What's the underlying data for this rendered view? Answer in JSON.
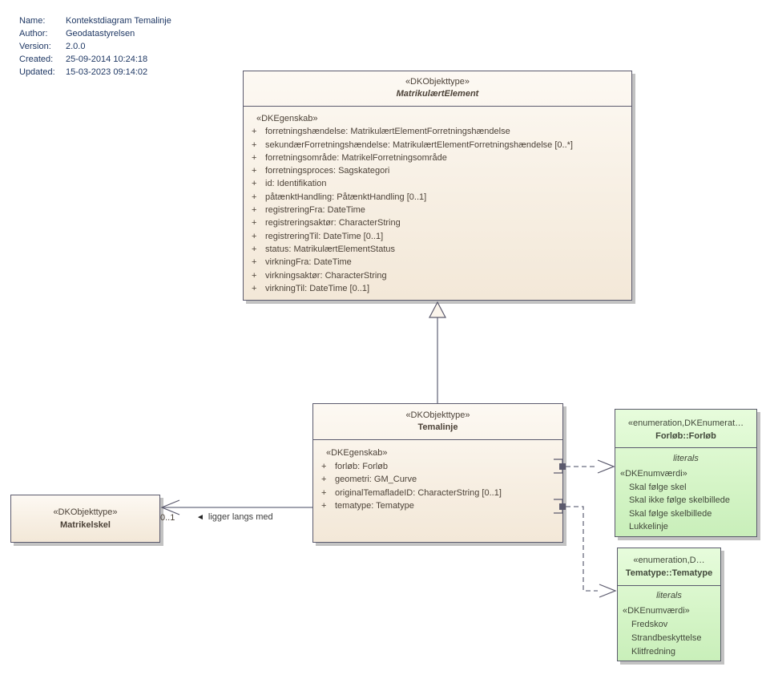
{
  "colors": {
    "class_fill": "#f7efe3",
    "enum_fill": "#d6f5c8",
    "border": "#5b5a6d",
    "connector": "#6b6d80",
    "meta_text": "#1f3864",
    "class_text": "#4c4238",
    "shadow": "#c2c2c2"
  },
  "meta": {
    "rows": [
      {
        "label": "Name:",
        "value": "Kontekstdiagram Temalinje"
      },
      {
        "label": "Author:",
        "value": "Geodatastyrelsen"
      },
      {
        "label": "Version:",
        "value": "2.0.0"
      },
      {
        "label": "Created:",
        "value": "25-09-2014 10:24:18"
      },
      {
        "label": "Updated:",
        "value": "15-03-2023 09:14:02"
      }
    ]
  },
  "nodes": {
    "matrikulaertElement": {
      "stereotype": "«DKObjekttype»",
      "name": "MatrikulærtElement",
      "attr_stereotype": "«DKEgenskab»",
      "attributes": [
        {
          "v": "+",
          "t": "forretningshændelse: MatrikulærtElementForretningshændelse"
        },
        {
          "v": "+",
          "t": "sekundærForretningshændelse: MatrikulærtElementForretningshændelse [0..*]"
        },
        {
          "v": "+",
          "t": "forretningsområde: MatrikelForretningsområde"
        },
        {
          "v": "+",
          "t": "forretningsproces: Sagskategori"
        },
        {
          "v": "+",
          "t": "id: Identifikation"
        },
        {
          "v": "+",
          "t": "påtænktHandling: PåtænktHandling [0..1]"
        },
        {
          "v": "+",
          "t": "registreringFra: DateTime"
        },
        {
          "v": "+",
          "t": "registreringsaktør: CharacterString"
        },
        {
          "v": "+",
          "t": "registreringTil: DateTime [0..1]"
        },
        {
          "v": "+",
          "t": "status: MatrikulærtElementStatus"
        },
        {
          "v": "+",
          "t": "virkningFra: DateTime"
        },
        {
          "v": "+",
          "t": "virkningsaktør: CharacterString"
        },
        {
          "v": "+",
          "t": "virkningTil: DateTime [0..1]"
        }
      ]
    },
    "temalinje": {
      "stereotype": "«DKObjekttype»",
      "name": "Temalinje",
      "attr_stereotype": "«DKEgenskab»",
      "attributes": [
        {
          "v": "+",
          "t": "forløb: Forløb"
        },
        {
          "v": "+",
          "t": "geometri: GM_Curve"
        },
        {
          "v": "+",
          "t": "originalTemafladeID: CharacterString [0..1]"
        },
        {
          "v": "+",
          "t": "tematype: Tematype"
        }
      ]
    },
    "matrikelskel": {
      "stereotype": "«DKObjekttype»",
      "name": "Matrikelskel"
    },
    "forloeb": {
      "stereotype": "«enumeration,DKEnumerat…",
      "name": "Forløb::Forløb",
      "compartment": "literals",
      "value_stereotype": "«DKEnumværdi»",
      "values": [
        "Skal følge skel",
        "Skal ikke følge skelbillede",
        "Skal følge skelbillede",
        "Lukkelinje"
      ]
    },
    "tematype": {
      "stereotype": "«enumeration,D…",
      "name": "Tematype::Tematype",
      "compartment": "literals",
      "value_stereotype": "«DKEnumværdi»",
      "values": [
        "Fredskov",
        "Strandbeskyttelse",
        "Klitfredning"
      ]
    }
  },
  "connectors": {
    "association": {
      "multiplicity": "0..1",
      "glyph": "◄",
      "label": "ligger langs med"
    }
  }
}
